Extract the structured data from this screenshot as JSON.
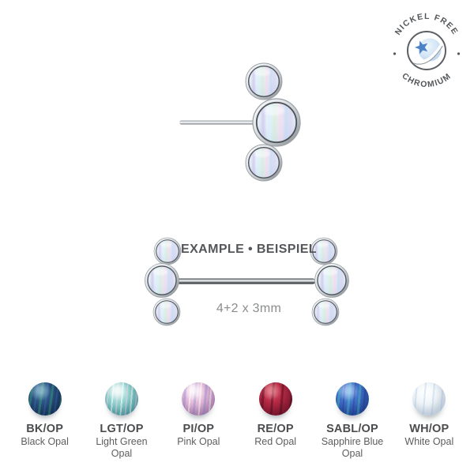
{
  "badge": {
    "line1": "NICKEL FREE",
    "line2": "CHROMIUM",
    "star_color": "#4d83c6",
    "ball_color": "#cfe2f4",
    "text_color": "#54575a"
  },
  "product": {
    "stone_color": "#dce9f6",
    "metal_color": "#c6cbd0"
  },
  "example": {
    "title": "EXAMPLE • BEISPIEL",
    "size": "4+2 x 3mm"
  },
  "swatches": {
    "items": [
      {
        "code": "BK/OP",
        "name": "Black Opal",
        "color": "#1d4068"
      },
      {
        "code": "LGT/OP",
        "name": "Light Green Opal",
        "color": "#6fc0bd"
      },
      {
        "code": "PI/OP",
        "name": "Pink Opal",
        "color": "#d8a8cf"
      },
      {
        "code": "RE/OP",
        "name": "Red Opal",
        "color": "#a31f38"
      },
      {
        "code": "SABL/OP",
        "name": "Sapphire Blue Opal",
        "color": "#2f5cb8"
      },
      {
        "code": "WH/OP",
        "name": "White Opal",
        "color": "#e7edf2"
      }
    ]
  },
  "palette": {
    "text_dark": "#55565a",
    "text_muted": "#8a8c8e"
  }
}
